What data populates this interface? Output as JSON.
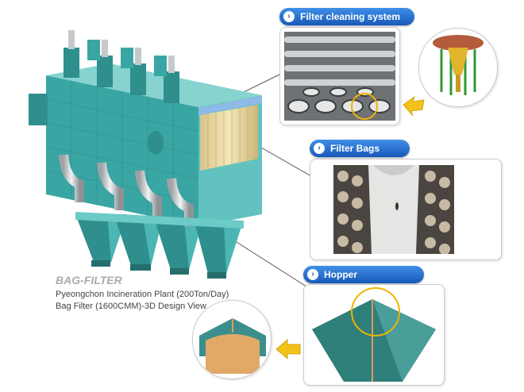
{
  "callouts": {
    "filter_cleaning": "Filter cleaning system",
    "filter_bags": "Filter Bags",
    "hopper": "Hopper"
  },
  "caption": {
    "title": "BAG-FILTER",
    "line1": "Pyeongchon Incineration Plant (200Ton/Day)",
    "line2": "Bag Filter (1600CMM)-3D Design View"
  },
  "colors": {
    "equipment_teal": "#3aa6a4",
    "pill_blue": "#1f6ad0",
    "highlight_ring": "#f0b400",
    "arrow_yellow": "#f2c21a"
  }
}
